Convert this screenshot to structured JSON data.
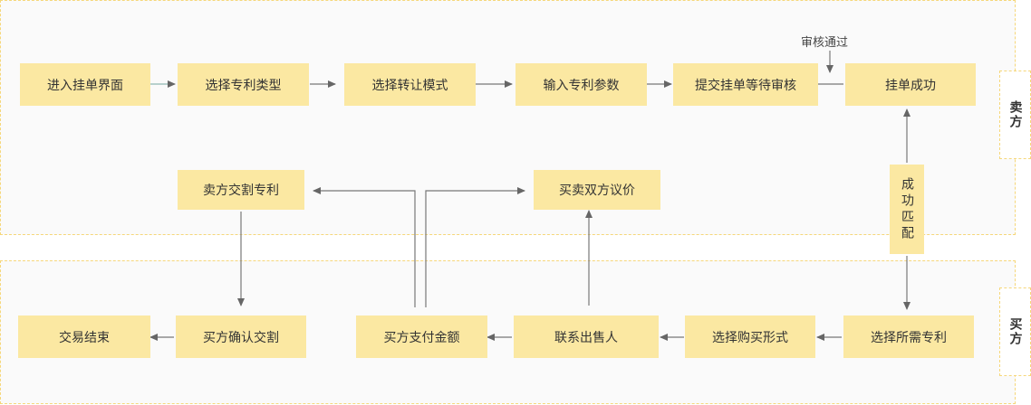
{
  "lanes": {
    "seller": "卖方",
    "buyer": "买方"
  },
  "nodes": {
    "enter_listing": "进入挂单界面",
    "select_patent_type": "选择专利类型",
    "select_transfer_mode": "选择转让模式",
    "input_params": "输入专利参数",
    "submit_review": "提交挂单等待审核",
    "listing_success": "挂单成功",
    "seller_deliver": "卖方交割专利",
    "negotiate": "买卖双方议价",
    "match_success": "成功匹配",
    "trade_end": "交易结束",
    "buyer_confirm": "买方确认交割",
    "buyer_pay": "买方支付金额",
    "contact_seller": "联系出售人",
    "select_purchase_form": "选择购买形式",
    "select_patent": "选择所需专利"
  },
  "labels": {
    "review_passed": "审核通过"
  },
  "colors": {
    "node_fill": "#fbe8a2",
    "lane_border": "#f6d77a",
    "arrow": "#666666"
  }
}
